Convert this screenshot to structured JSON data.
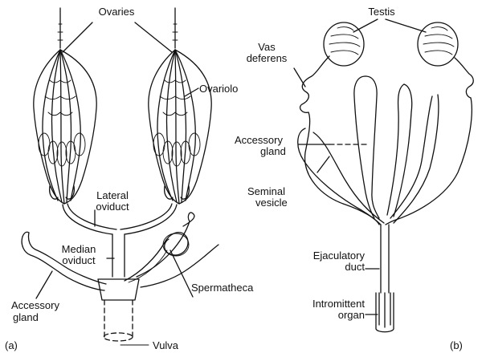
{
  "panel_a": {
    "tag": "(a)",
    "labels": {
      "ovaries": "Ovaries",
      "ovariole": "Ovariolo",
      "lateral_oviduct_1": "Lateral",
      "lateral_oviduct_2": "oviduct",
      "median_oviduct_1": "Median",
      "median_oviduct_2": "oviduct",
      "accessory_gland_1": "Accessory",
      "accessory_gland_2": "gland",
      "spermatheca": "Spermatheca",
      "vulva": "Vulva"
    }
  },
  "panel_b": {
    "tag": "(b)",
    "labels": {
      "testis": "Testis",
      "vas_deferens_1": "Vas",
      "vas_deferens_2": "deferens",
      "accessory_gland_1": "Accessory",
      "accessory_gland_2": "gland",
      "seminal_vesicle_1": "Seminal",
      "seminal_vesicle_2": "vesicle",
      "ejaculatory_duct_1": "Ejaculatory",
      "ejaculatory_duct_2": "duct",
      "intromittent_organ_1": "Intromittent",
      "intromittent_organ_2": "organ"
    }
  }
}
